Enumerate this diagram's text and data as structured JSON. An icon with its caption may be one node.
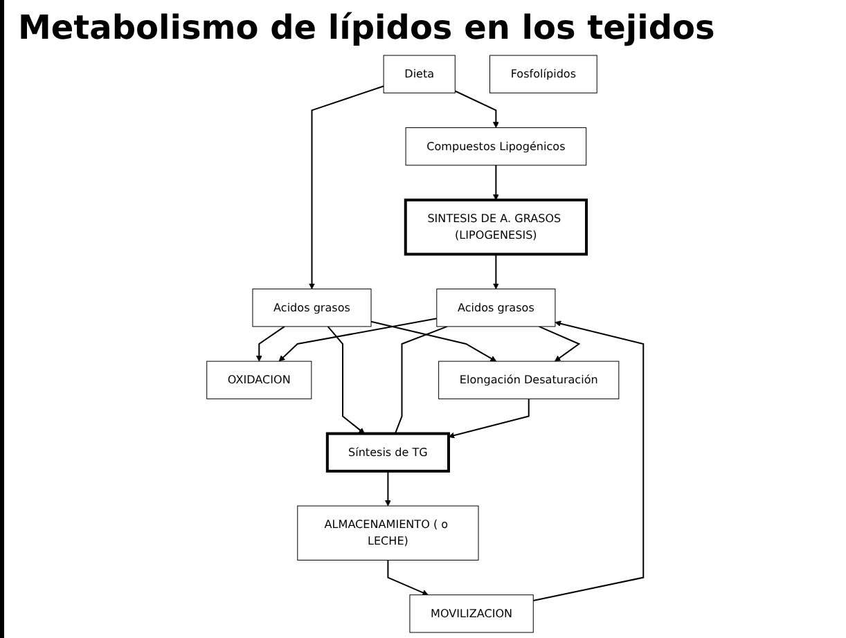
{
  "diagram": {
    "title": "Metabolismo de lípidos en los tejidos",
    "nodes": [
      {
        "text": [
          "Dieta"
        ]
      },
      {
        "text": [
          "Compuestos Lipogénicos"
        ]
      },
      {
        "text": [
          "SINTESIS DE A. GRASOS (LIPOGENESIS)"
        ]
      },
      {
        "text": [
          "Acidos grasos"
        ]
      },
      {
        "text": [
          "Acidos grasos"
        ]
      },
      {
        "text": [
          "OXIDACION"
        ]
      },
      {
        "text": [
          "Elongación Desaturación"
        ]
      },
      {
        "text": [
          "Síntesis de TG"
        ]
      },
      {
        "text": [
          "Fosfolípidos"
        ]
      },
      {
        "text": [
          "MOVILIZACION"
        ]
      },
      {
        "text": [
          "ALMACENAMIENTO ( o LECHE)"
        ]
      }
    ],
    "edges": [
      {
        "from": 0,
        "to": 1,
        "arrow": "to"
      },
      {
        "from": 0,
        "to": 3,
        "arrow": "to"
      },
      {
        "from": 1,
        "to": 2,
        "arrow": "to"
      },
      {
        "from": 2,
        "to": 4,
        "arrow": "to"
      },
      {
        "from": 3,
        "to": 5,
        "arrow": "to"
      },
      {
        "from": 3,
        "to": 6,
        "arrow": "to"
      },
      {
        "from": 3,
        "to": 7,
        "arrow": "to"
      },
      {
        "from": 4,
        "to": 5,
        "arrow": "to"
      },
      {
        "from": 4,
        "to": 6,
        "arrow": "to"
      },
      {
        "from": 4,
        "to": 7,
        "arrow": "none"
      },
      {
        "from": 6,
        "to": 7,
        "arrow": "to"
      },
      {
        "from": 7,
        "to": 10,
        "arrow": "to"
      },
      {
        "from": 10,
        "to": 9,
        "arrow": "to"
      },
      {
        "from": 9,
        "to": 4,
        "arrow": "to"
      }
    ]
  }
}
